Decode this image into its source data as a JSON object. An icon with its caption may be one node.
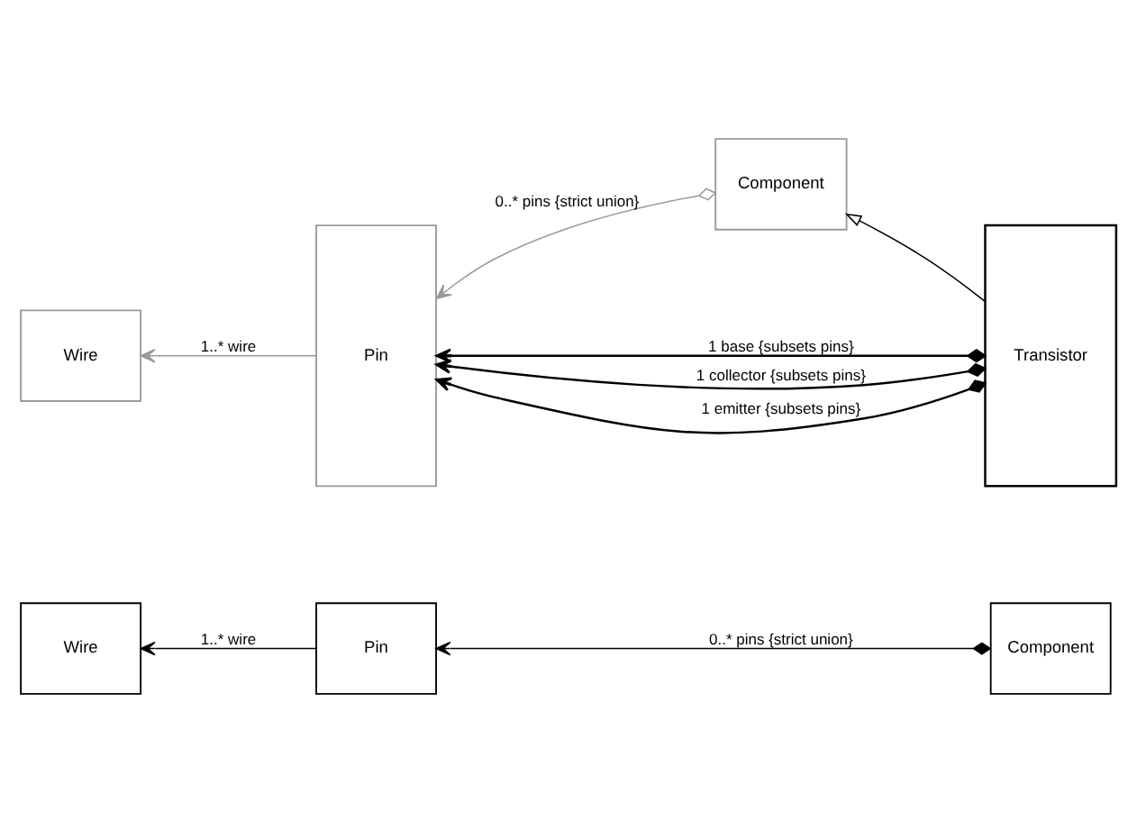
{
  "diagram": {
    "nodes": [
      {
        "text": [
          "Wire"
        ]
      },
      {
        "text": [
          "Pin"
        ]
      },
      {
        "text": [
          "Component"
        ]
      },
      {
        "text": [
          "Component"
        ]
      },
      {
        "text": [
          "Pin"
        ]
      },
      {
        "text": [
          "Wire"
        ]
      },
      {
        "text": [
          "Transistor"
        ]
      }
    ],
    "edges": [
      {
        "from": 1,
        "to": 0,
        "arrow": "to",
        "label": "1..* wire"
      },
      {
        "from": 2,
        "to": 1,
        "arrow": "to",
        "label": "0..* pins {strict union}"
      },
      {
        "from": 3,
        "to": 4,
        "arrow": "to",
        "label": "0..* pins {strict union}",
        "color": "#999999"
      },
      {
        "from": 6,
        "to": 3,
        "arrow": "to"
      },
      {
        "from": 6,
        "to": 4,
        "arrow": "to",
        "label": "1 base {subsets pins}"
      },
      {
        "from": 6,
        "to": 4,
        "arrow": "to",
        "label": "1 collector {subsets pins}"
      },
      {
        "from": 6,
        "to": 4,
        "arrow": "to",
        "label": "1 emitter {subsets pins}"
      },
      {
        "from": 4,
        "to": 5,
        "arrow": "to",
        "label": "1..* wire",
        "color": "#999999"
      }
    ]
  }
}
